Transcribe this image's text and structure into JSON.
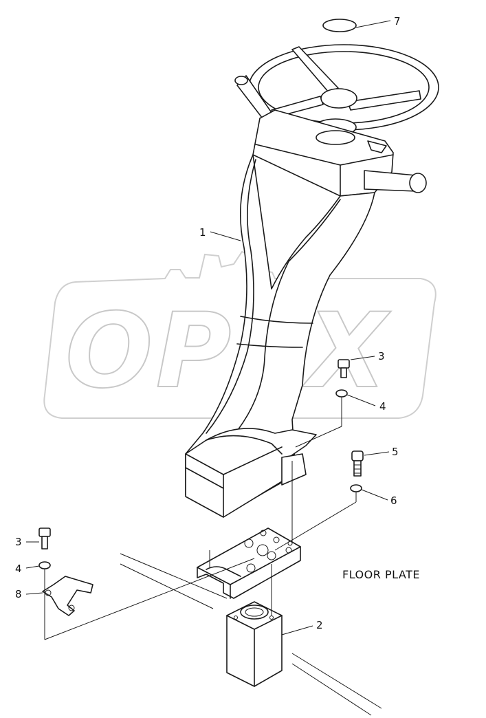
{
  "callouts": {
    "c1": "1",
    "c2": "2",
    "c3a": "3",
    "c3b": "3",
    "c4a": "4",
    "c4b": "4",
    "c5": "5",
    "c6": "6",
    "c7": "7",
    "c8": "8"
  },
  "floor_label": "FLOOR PLATE",
  "watermark": "OPEX"
}
